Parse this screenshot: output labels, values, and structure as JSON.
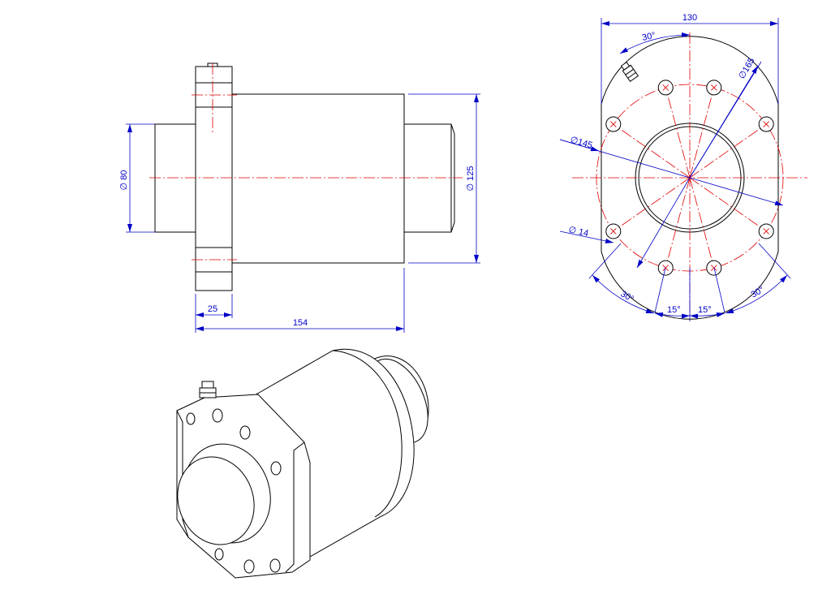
{
  "colors": {
    "object_lines": "#000000",
    "center_lines": "#e00000",
    "dimension_lines": "#0000c8",
    "background": "#ffffff"
  },
  "views": {
    "side": {
      "dims": {
        "dia_80": "∅ 80",
        "dia_125": "∅ 125",
        "flange_width": "25",
        "overall_length": "154"
      }
    },
    "end": {
      "dims": {
        "width_130": "130",
        "angle_top": "30°",
        "dia_165": "∅165",
        "dia_145": "∅145",
        "dia_14": "∅ 14",
        "angle_bottom_left": "30°",
        "angle_15_left": "15°",
        "angle_15_right": "15°",
        "angle_bottom_right": "30°"
      }
    },
    "isometric": {}
  }
}
